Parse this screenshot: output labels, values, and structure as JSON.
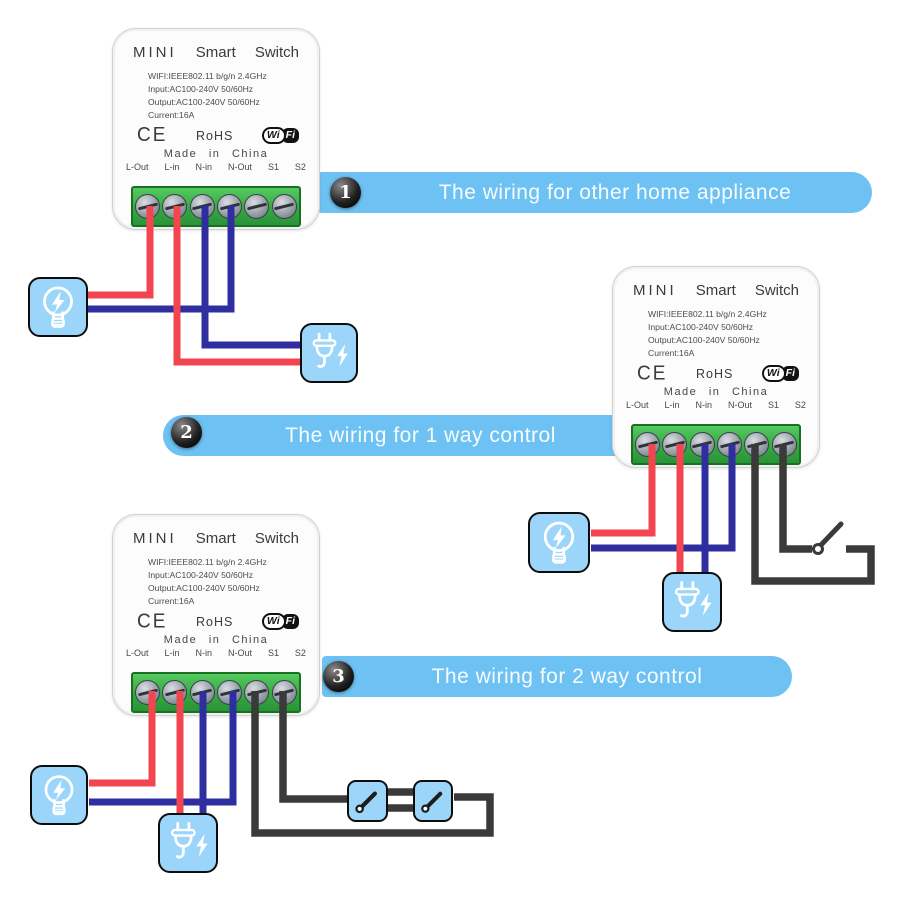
{
  "device": {
    "title_words": [
      "MINI",
      "Smart",
      "Switch"
    ],
    "specs": [
      "WIFI:IEEE802.11 b/g/n 2.4GHz",
      "Input:AC100-240V 50/60Hz",
      "Output:AC100-240V 50/60Hz",
      "Current:16A"
    ],
    "ce_mark": "CE",
    "rohs": "RoHS",
    "wifi_badge": {
      "wi": "Wi",
      "fi": "Fi"
    },
    "made_in": "Made in China",
    "terminal_labels": [
      "L-Out",
      "L-in",
      "N-in",
      "N-Out",
      "S1",
      "S2"
    ]
  },
  "sections": [
    {
      "number": "1",
      "label": "The wiring for other home appliance"
    },
    {
      "number": "2",
      "label": "The wiring for 1 way control"
    },
    {
      "number": "3",
      "label": "The wiring for 2 way control"
    }
  ],
  "icons": {
    "bulb": "light-bulb-icon",
    "plug": "power-plug-icon",
    "wall_switch": "wall-switch-icon"
  },
  "colors": {
    "banner_blue": "#6ec1f3",
    "icon_box_blue": "#9bd5f9",
    "wire_live": "#f2454f",
    "wire_neutral": "#2e2ea0",
    "wire_switch": "#3a3a3a",
    "terminal_green": "#35a93f",
    "badge_black": "#111111"
  }
}
